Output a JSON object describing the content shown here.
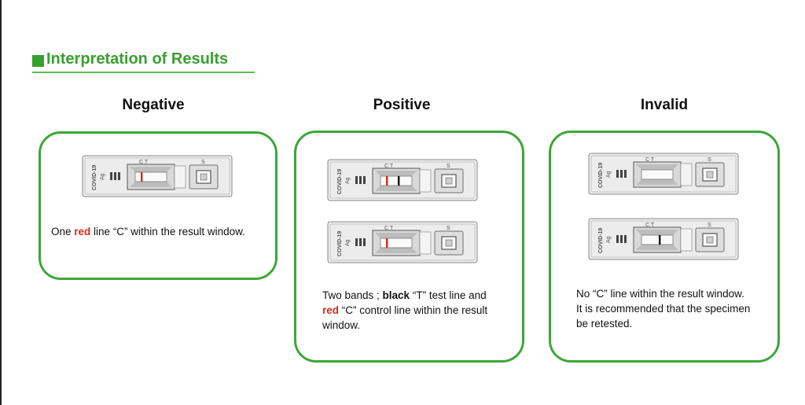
{
  "heading": "Interpretation of Results",
  "colors": {
    "accent": "#3da737",
    "control_line": "#d42a1c",
    "test_line": "#111111"
  },
  "columns": [
    {
      "title": "Negative",
      "strips": [
        {
          "label_line1": "COVID-19",
          "label_line2": "Ag",
          "marks": "C  T",
          "sample_mark": "S",
          "control_line": true,
          "test_line": false
        }
      ],
      "caption_parts": [
        "One ",
        "red",
        " line “C” within the result window."
      ]
    },
    {
      "title": "Positive",
      "strips": [
        {
          "label_line1": "COVID-19",
          "label_line2": "Ag",
          "marks": "C  T",
          "sample_mark": "S",
          "control_line": true,
          "test_line": true
        },
        {
          "label_line1": "COVID-19",
          "label_line2": "Ag",
          "marks": "C  T",
          "sample_mark": "S",
          "control_line": true,
          "test_line": false
        }
      ],
      "caption_line1": [
        "Two bands ; ",
        "black",
        " “T” test line and"
      ],
      "caption_line2": [
        "red",
        "  “C” control line within the result"
      ],
      "caption_line3": "window."
    },
    {
      "title": "Invalid",
      "strips": [
        {
          "label_line1": "COVID-19",
          "label_line2": "Ag",
          "marks": "C  T",
          "sample_mark": "S",
          "control_line": false,
          "test_line": false
        },
        {
          "label_line1": "COVID-19",
          "label_line2": "Ag",
          "marks": "C  T",
          "sample_mark": "S",
          "control_line": false,
          "test_line": true
        }
      ],
      "caption_lines": [
        "No “C” line within the result window.",
        "It is recommended that the specimen",
        "be retested."
      ]
    }
  ]
}
